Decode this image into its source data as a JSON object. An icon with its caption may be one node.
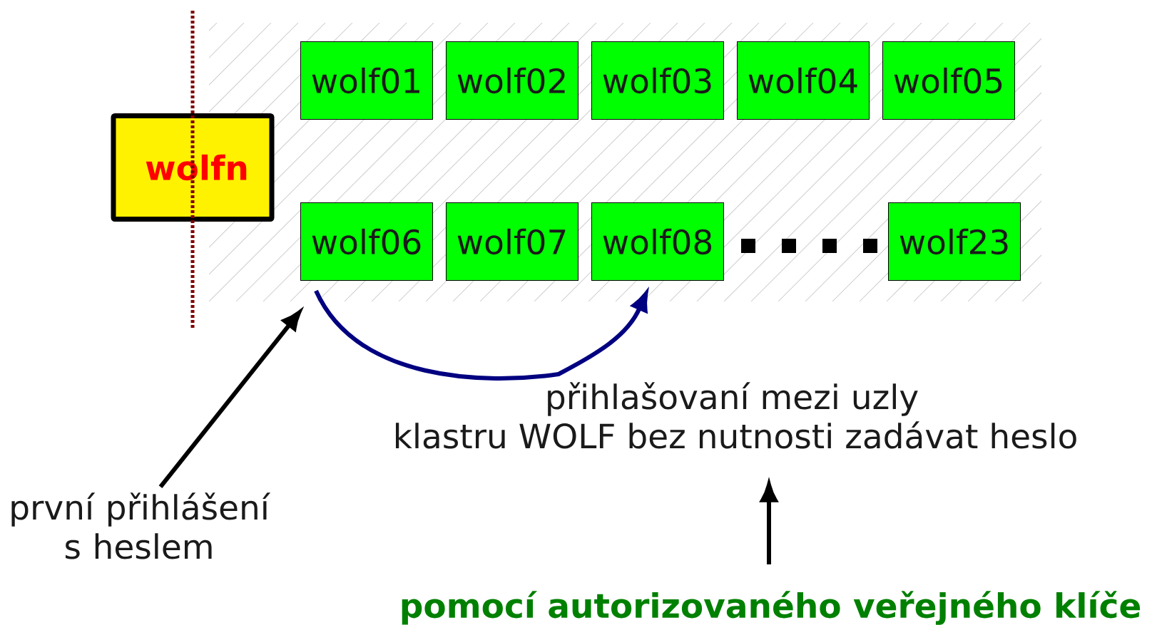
{
  "diagram": {
    "nodes": [
      {
        "text": [],
        "shape": "box"
      },
      {
        "text": [
          "wolfn"
        ]
      },
      {
        "text": [
          "wolf01"
        ],
        "in": 0
      },
      {
        "text": [
          "wolf02"
        ],
        "in": 0
      },
      {
        "text": [
          "wolf03"
        ],
        "in": 0
      },
      {
        "text": [
          "wolf04"
        ],
        "in": 0
      },
      {
        "text": [
          "wolf05"
        ],
        "in": 0
      },
      {
        "text": [
          "wolf06"
        ],
        "in": 0
      },
      {
        "text": [
          "wolf07"
        ],
        "in": 0
      },
      {
        "text": [
          "wolf08"
        ],
        "in": 0
      },
      {
        "text": [
          "wolf23"
        ],
        "in": 0
      },
      {
        "text": [
          "první přihlášení s heslem"
        ]
      },
      {
        "text": [
          "přihlašovaní mezi uzly klastru WOLF bez nutnosti zadávat heslo"
        ]
      },
      {
        "text": [
          "pomocí autorizovaného veřejného klíče"
        ]
      }
    ],
    "edges": [
      {
        "from": 11,
        "to": 0,
        "arrow": "to"
      },
      {
        "from": 7,
        "to": 9,
        "arrow": "to",
        "color": "#000080"
      },
      {
        "from": 13,
        "to": 12,
        "arrow": "to"
      }
    ]
  }
}
